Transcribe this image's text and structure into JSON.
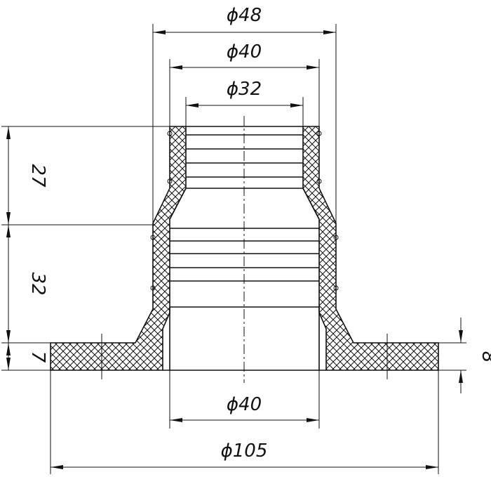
{
  "dimensions": {
    "top_outer": "ϕ48",
    "top_middle": "ϕ40",
    "top_inner": "ϕ32",
    "bottom_inner": "ϕ40",
    "bottom_flange": "ϕ105",
    "height_upper": "27",
    "height_middle": "32",
    "height_flange": "7",
    "flange_thickness": "8"
  }
}
